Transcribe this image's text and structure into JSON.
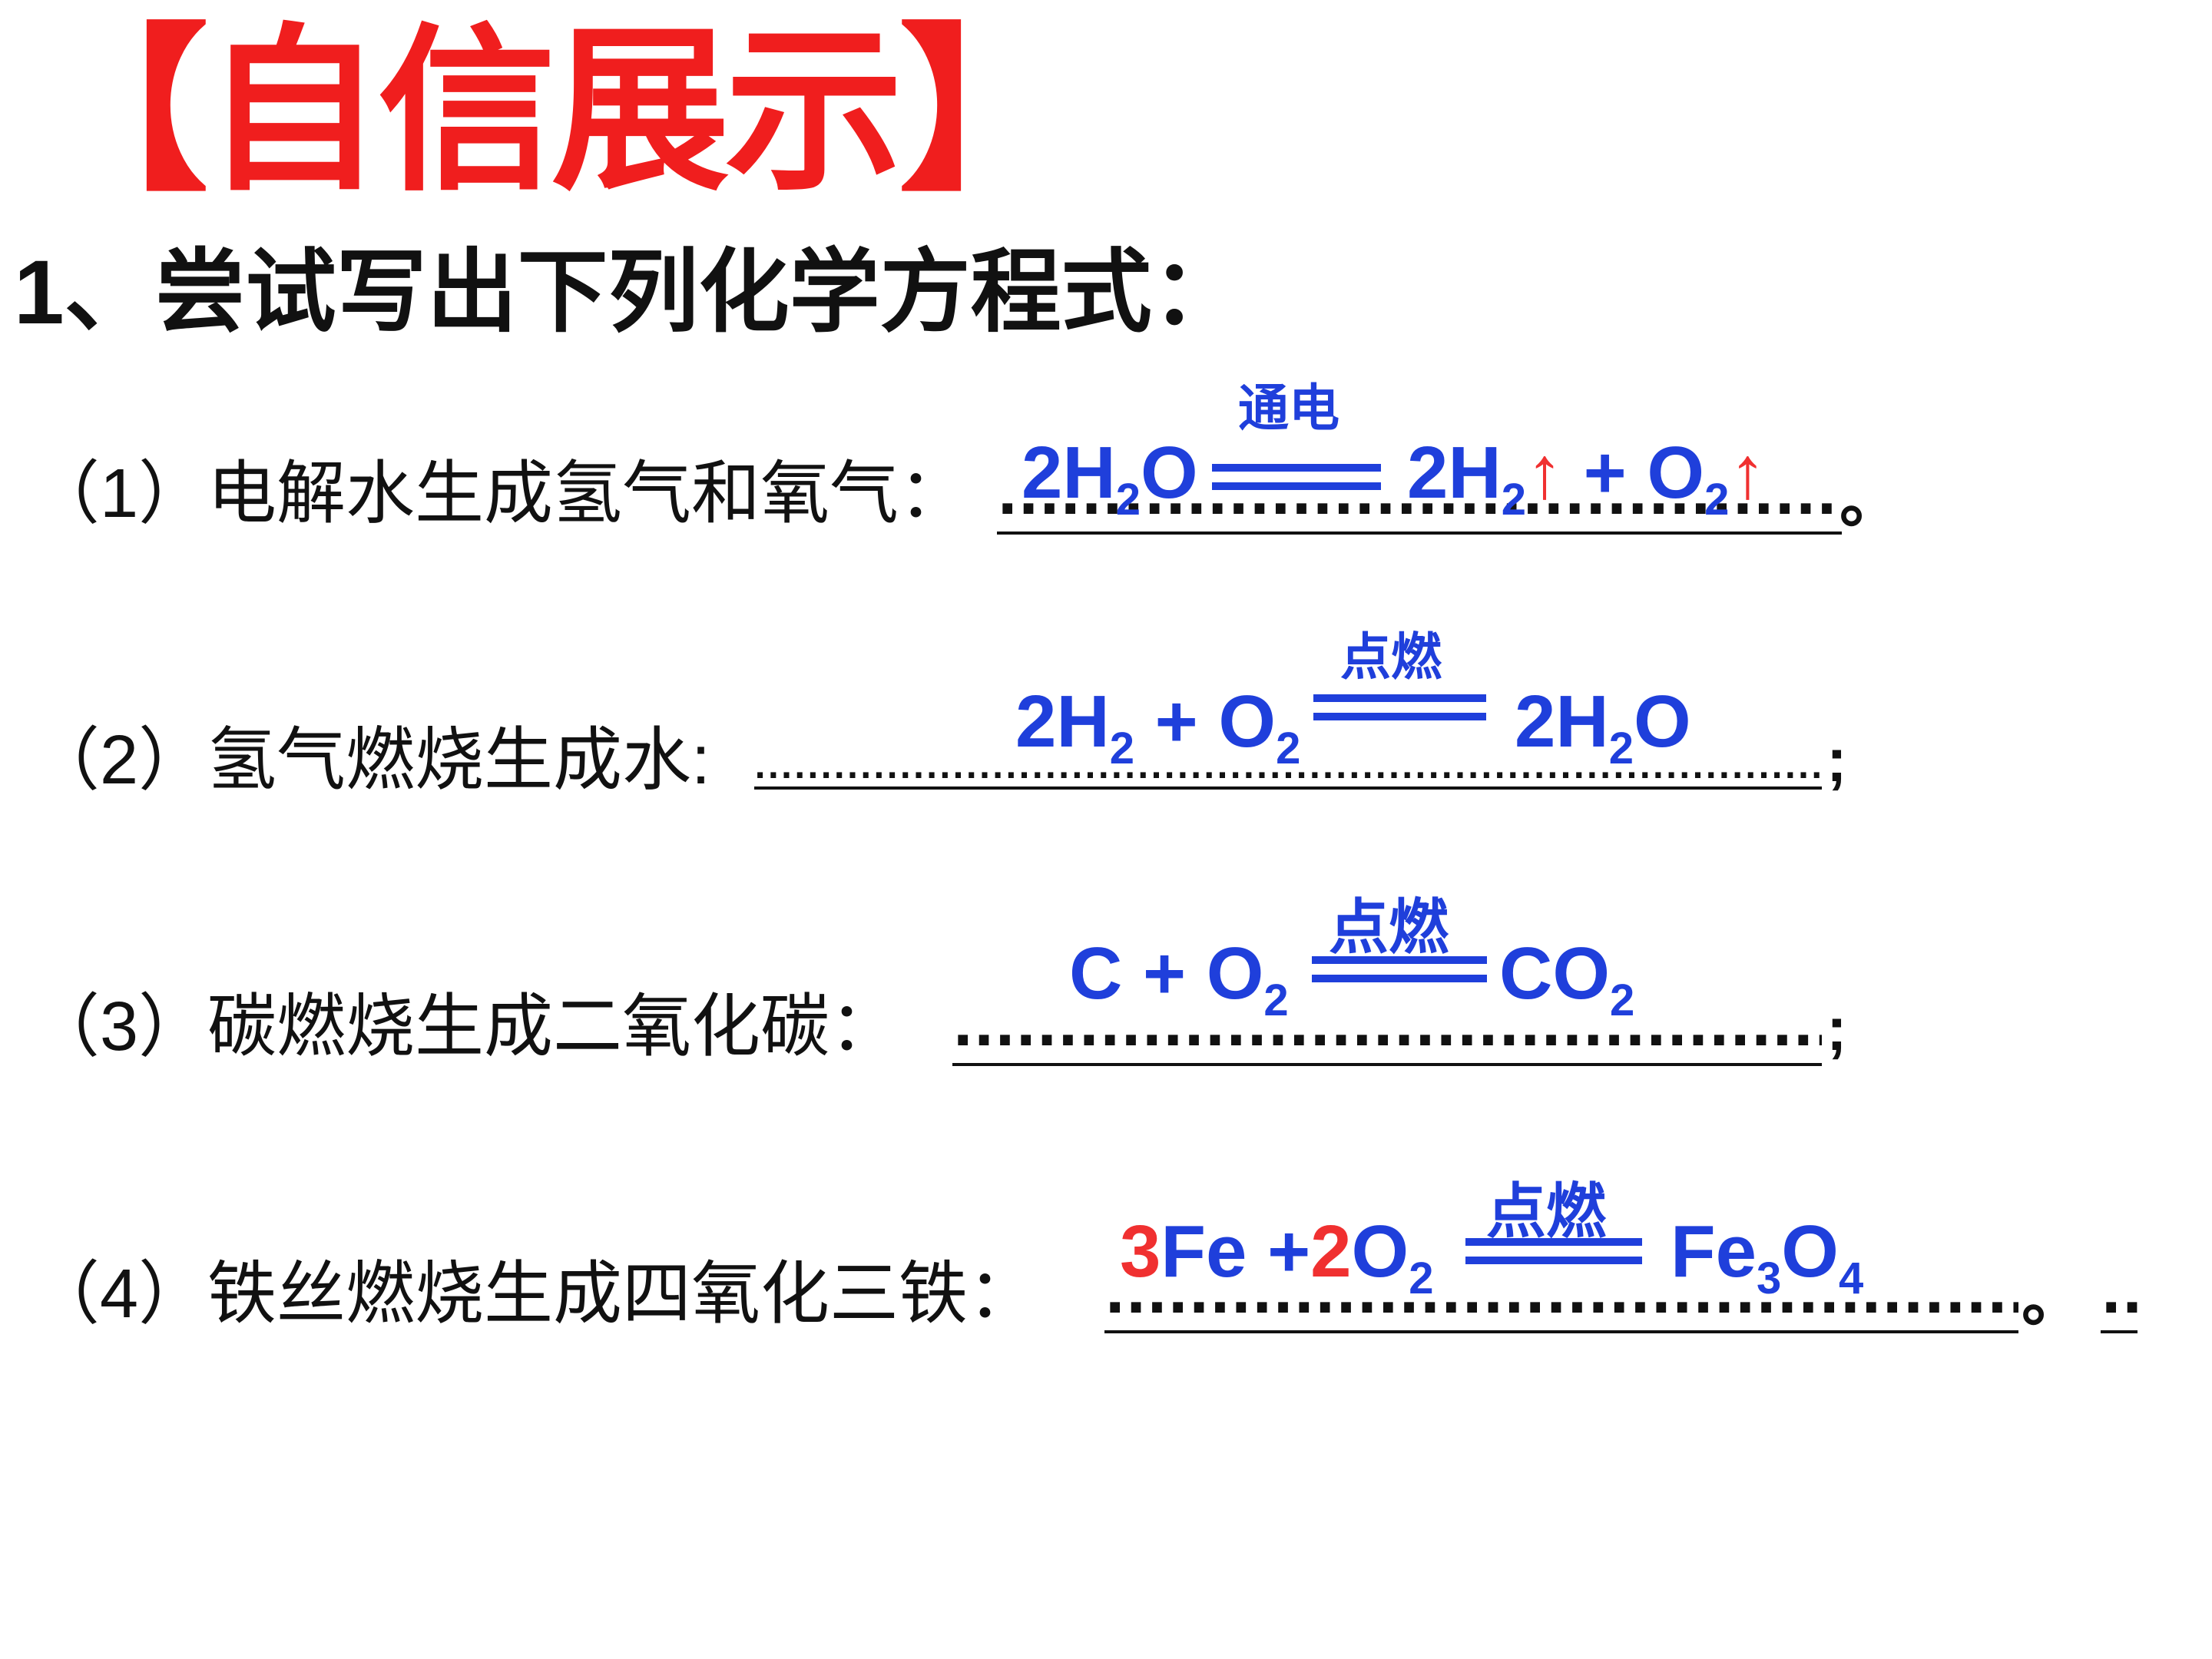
{
  "title": "【自信展示】",
  "prompt": "1、尝试写出下列化学方程式：",
  "items": [
    {
      "label": "（1）电解水生成氢气和氧气：",
      "condition": "通电",
      "eq_left": [
        "2H",
        "2",
        "O"
      ],
      "eq_right": [
        "2H",
        "2",
        "↑",
        " + O",
        "2",
        "↑"
      ],
      "dots": "....................................................",
      "end": "。"
    },
    {
      "label": "（2）氢气燃烧生成水:",
      "condition": "点燃",
      "eq_left": [
        "2H",
        "2",
        " + O",
        "2"
      ],
      "eq_right": [
        "2H",
        "2",
        "O"
      ],
      "dots": "..................................................................................................................",
      "end": ";"
    },
    {
      "label": "（3）碳燃烧生成二氧化碳：",
      "condition": "点燃",
      "eq_left": [
        "C + O",
        "2"
      ],
      "eq_right": [
        "CO",
        "2"
      ],
      "dots": "...............................................",
      "end": ";"
    },
    {
      "label": "（4）铁丝燃烧生成四氧化三铁：",
      "condition": "点燃",
      "eq_left": [
        "3",
        "Fe +",
        "2",
        "O",
        "2"
      ],
      "eq_right": [
        "Fe",
        "3",
        "O",
        "4"
      ],
      "dots": "..................................................",
      "end": "。",
      "extra": ".."
    }
  ],
  "colors": {
    "title": "#f01e1e",
    "equation": "#1f3fdb",
    "arrow": "#f03030",
    "text": "#111111"
  }
}
